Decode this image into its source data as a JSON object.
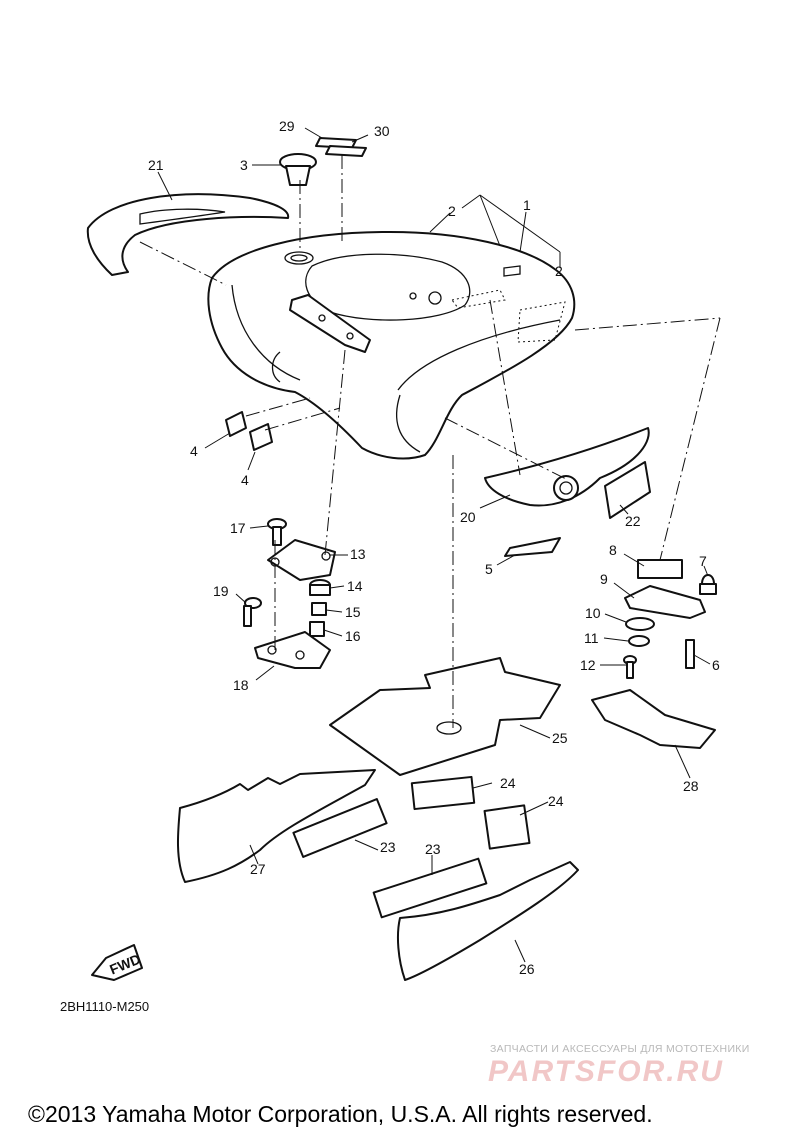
{
  "callouts": [
    {
      "id": "c29",
      "text": "29"
    },
    {
      "id": "c30",
      "text": "30"
    },
    {
      "id": "c21",
      "text": "21"
    },
    {
      "id": "c3",
      "text": "3"
    },
    {
      "id": "c2a",
      "text": "2"
    },
    {
      "id": "c1",
      "text": "1"
    },
    {
      "id": "c2b",
      "text": "2"
    },
    {
      "id": "c4a",
      "text": "4"
    },
    {
      "id": "c4b",
      "text": "4"
    },
    {
      "id": "c20",
      "text": "20"
    },
    {
      "id": "c22",
      "text": "22"
    },
    {
      "id": "c5",
      "text": "5"
    },
    {
      "id": "c17",
      "text": "17"
    },
    {
      "id": "c13",
      "text": "13"
    },
    {
      "id": "c14",
      "text": "14"
    },
    {
      "id": "c19",
      "text": "19"
    },
    {
      "id": "c15",
      "text": "15"
    },
    {
      "id": "c16",
      "text": "16"
    },
    {
      "id": "c18",
      "text": "18"
    },
    {
      "id": "c8",
      "text": "8"
    },
    {
      "id": "c7",
      "text": "7"
    },
    {
      "id": "c9",
      "text": "9"
    },
    {
      "id": "c10",
      "text": "10"
    },
    {
      "id": "c11",
      "text": "11"
    },
    {
      "id": "c6",
      "text": "6"
    },
    {
      "id": "c12",
      "text": "12"
    },
    {
      "id": "c28",
      "text": "28"
    },
    {
      "id": "c25",
      "text": "25"
    },
    {
      "id": "c24a",
      "text": "24"
    },
    {
      "id": "c24b",
      "text": "24"
    },
    {
      "id": "c27",
      "text": "27"
    },
    {
      "id": "c23a",
      "text": "23"
    },
    {
      "id": "c23b",
      "text": "23"
    },
    {
      "id": "c26",
      "text": "26"
    }
  ],
  "fwd_label": "FWD",
  "diagram_code": "2BH1110-M250",
  "watermark": {
    "tagline": "ЗАПЧАСТИ И АКСЕССУАРЫ ДЛЯ МОТОТЕХНИКИ",
    "logo": "PARTSFOR.RU"
  },
  "copyright": "©2013 Yamaha Motor Corporation, U.S.A. All rights reserved."
}
